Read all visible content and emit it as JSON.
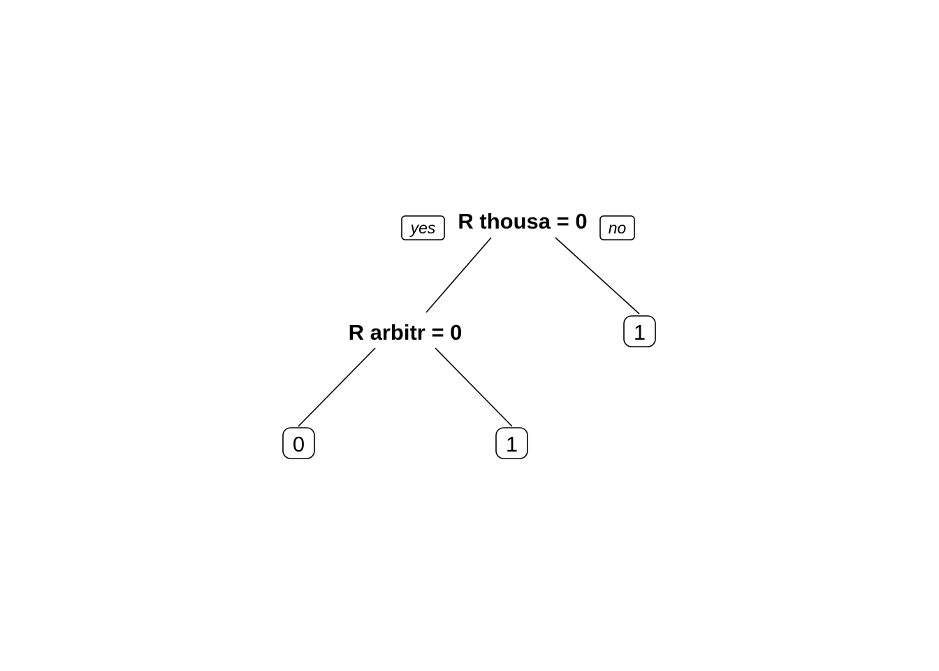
{
  "tree": {
    "root": {
      "split": "R thousa = 0",
      "yes_label": "yes",
      "no_label": "no"
    },
    "left_node": {
      "split": "R arbitr = 0"
    },
    "leaves": {
      "left_left": "0",
      "left_right": "1",
      "right": "1"
    }
  }
}
